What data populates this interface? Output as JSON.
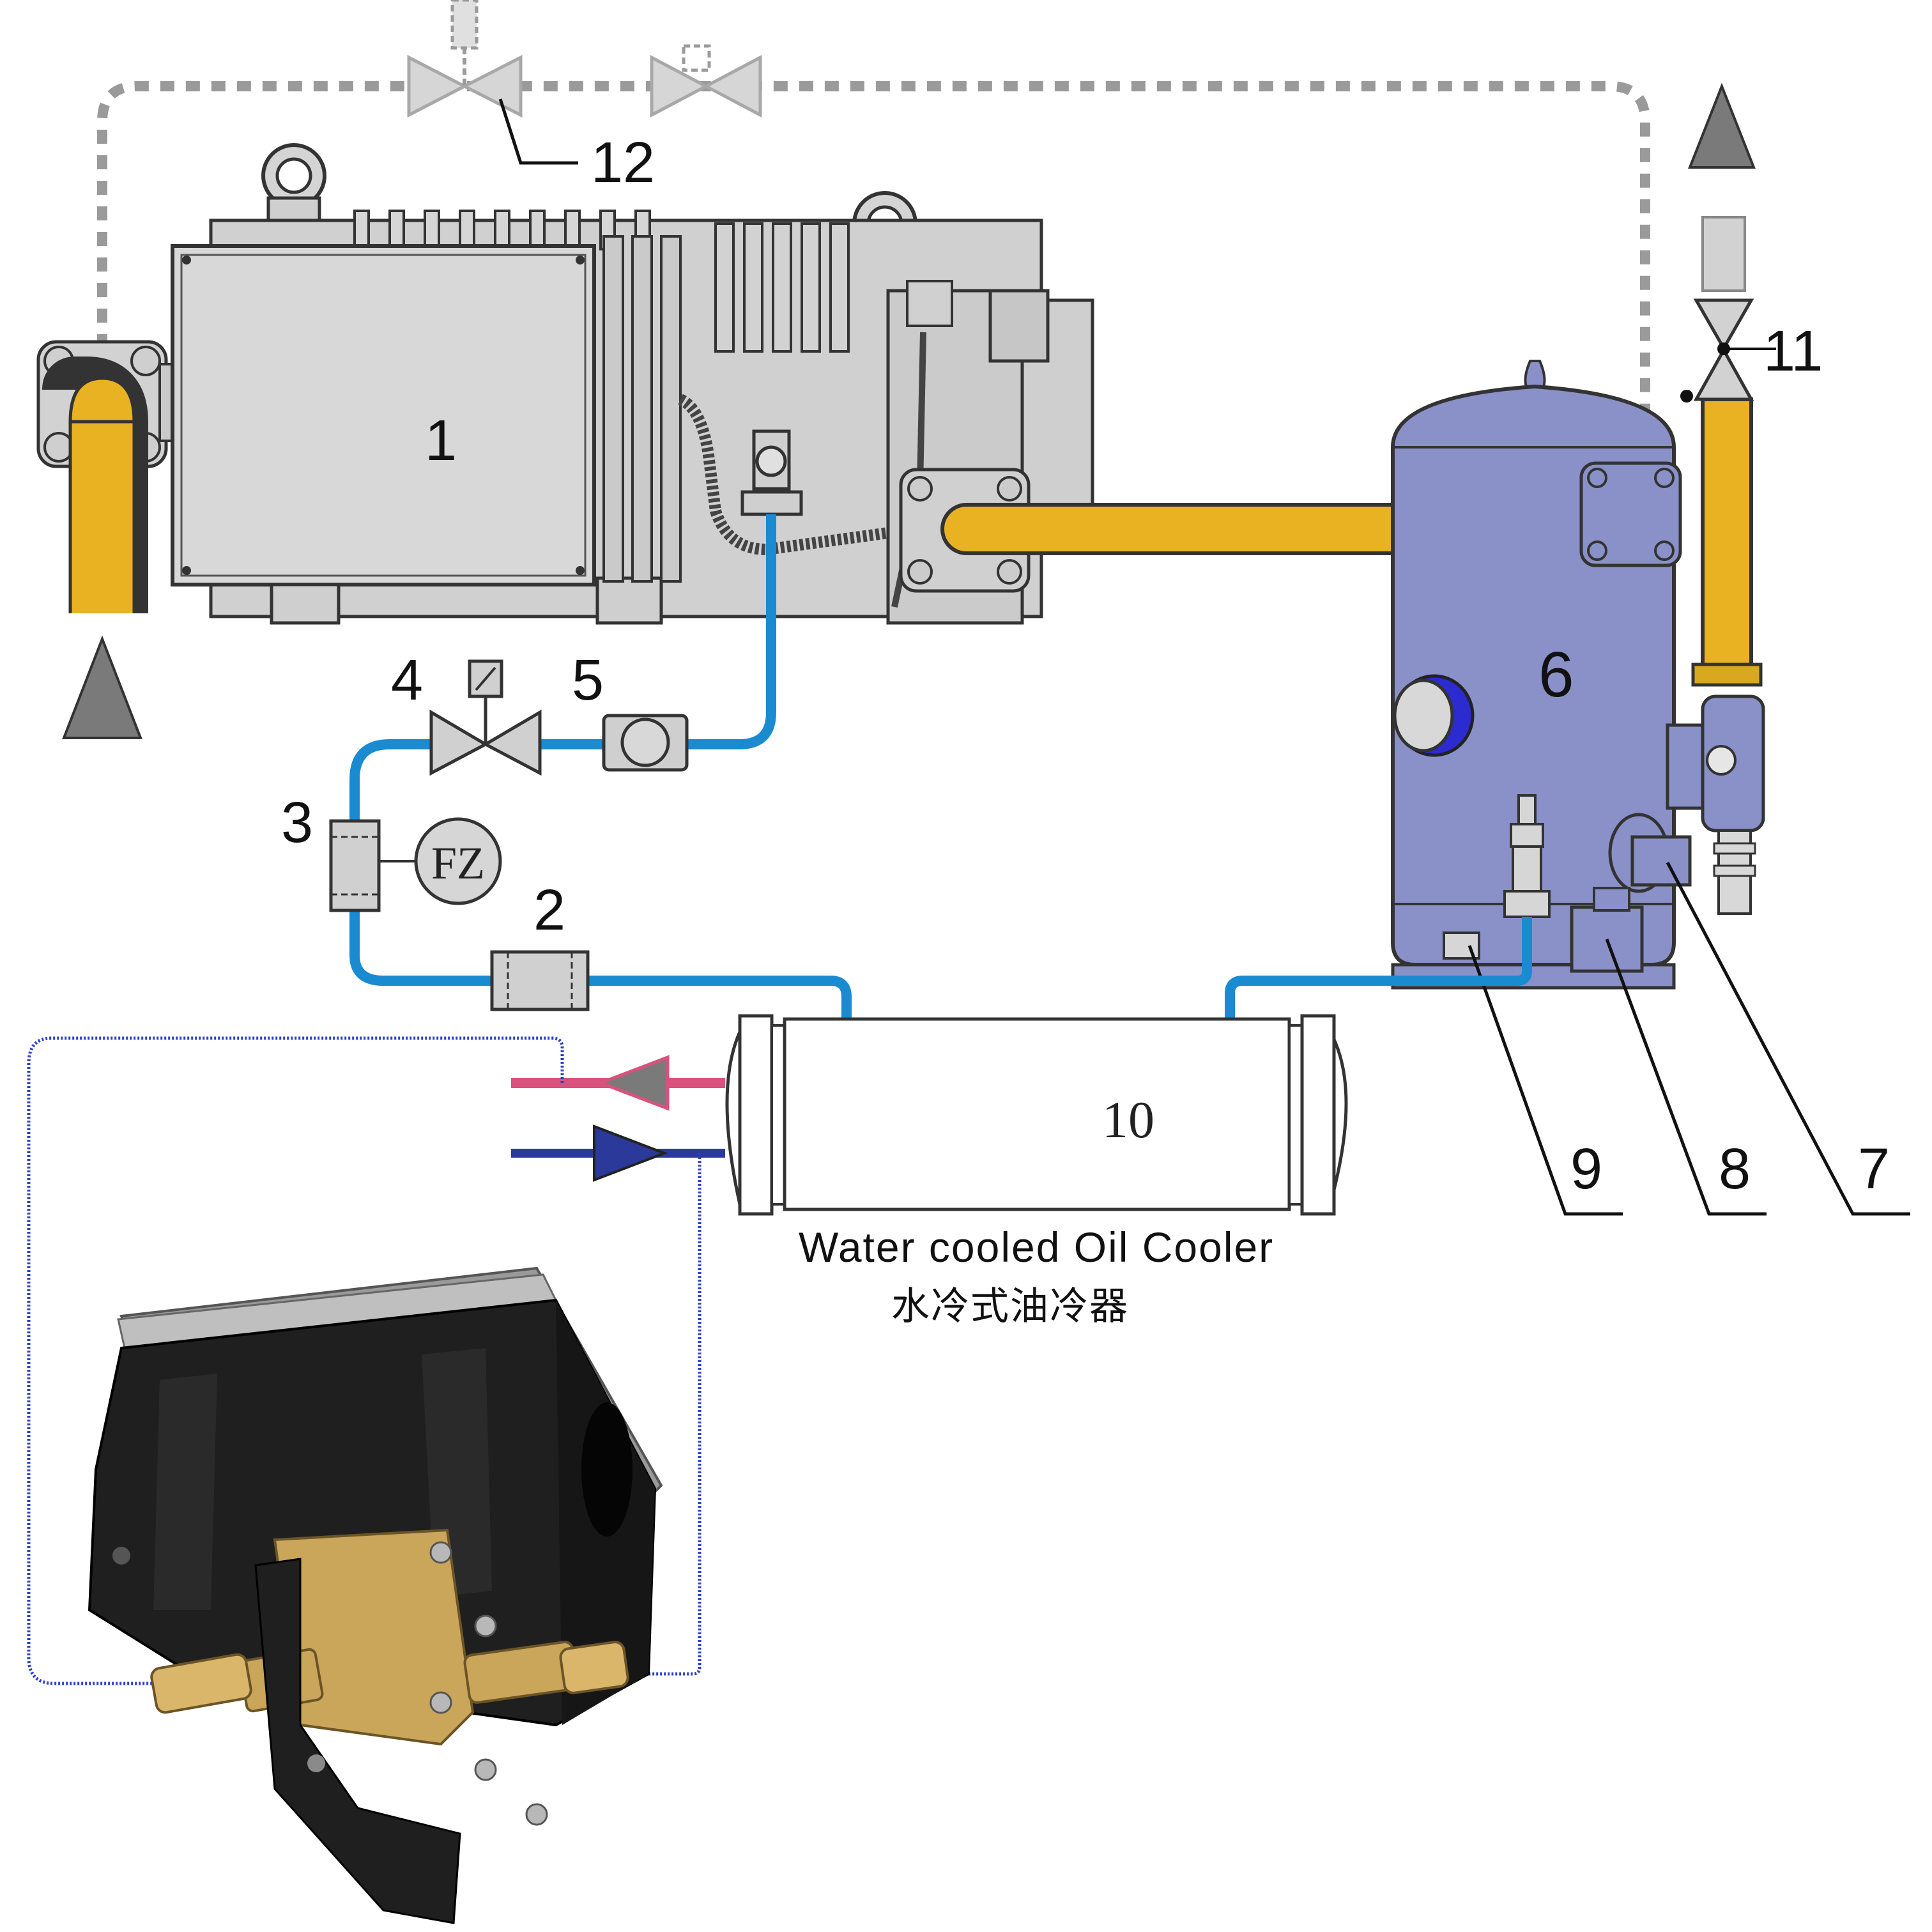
{
  "labels": {
    "n1": "1",
    "n2": "2",
    "n3": "3",
    "n4": "4",
    "n5": "5",
    "n6": "6",
    "n7": "7",
    "n8": "8",
    "n9": "9",
    "n10": "10",
    "n11": "11",
    "n12": "12",
    "fz": "FZ"
  },
  "caption": {
    "english": "Water cooled Oil Cooler",
    "chinese": "水冷式油冷器"
  },
  "colors": {
    "suction_line": "#e8b223",
    "oil_line": "#1a8bd0",
    "water_in": "#2b3a9a",
    "water_out": "#d9517c",
    "separator": "#8a91c8",
    "bypass_dashed": "#9a9a9a",
    "wiring": "#2b3fd0",
    "arrow_grey": "#7a7a7a",
    "switch_body": "#1f1f1f",
    "switch_brass": "#c9a65a"
  },
  "icons": {
    "solenoid_valve": "solenoid-valve-icon",
    "sight_glass": "sight-glass-icon",
    "flow_switch": "flow-switch-icon",
    "oil_filter": "oil-filter-icon",
    "stop_valve": "stop-valve-icon",
    "water_regulating_valve": "water-regulating-valve-icon"
  }
}
